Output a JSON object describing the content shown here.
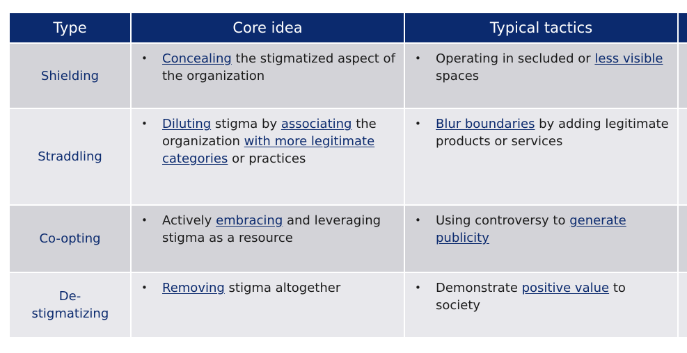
{
  "header": {
    "col_type": "Type",
    "col_core": "Core idea",
    "col_tactics": "Typical tactics"
  },
  "bullet_char": "•",
  "rows": [
    {
      "type": "Shielding",
      "core": [
        {
          "t": "Concealing",
          "u": true
        },
        {
          "t": " the stigmatized aspect of the organization",
          "u": false
        }
      ],
      "tactics": [
        {
          "t": "Operating in secluded or ",
          "u": false
        },
        {
          "t": "less visible",
          "u": true
        },
        {
          "t": " spaces",
          "u": false
        }
      ]
    },
    {
      "type": "Straddling",
      "core": [
        {
          "t": "Diluting",
          "u": true
        },
        {
          "t": " stigma by ",
          "u": false
        },
        {
          "t": "associating",
          "u": true
        },
        {
          "t": " the organization ",
          "u": false
        },
        {
          "t": "with more legitimate categories",
          "u": true
        },
        {
          "t": " or practices",
          "u": false
        }
      ],
      "tactics": [
        {
          "t": "Blur boundaries",
          "u": true
        },
        {
          "t": " by adding legitimate products or services",
          "u": false
        }
      ]
    },
    {
      "type": "Co-opting",
      "core": [
        {
          "t": "Actively ",
          "u": false
        },
        {
          "t": "embracing",
          "u": true
        },
        {
          "t": " and leveraging stigma as a resource",
          "u": false
        }
      ],
      "tactics": [
        {
          "t": "Using controversy to ",
          "u": false
        },
        {
          "t": "generate publicity",
          "u": true
        }
      ]
    },
    {
      "type": "De-stigmatizing",
      "core": [
        {
          "t": "Removing",
          "u": true
        },
        {
          "t": " stigma altogether",
          "u": false
        }
      ],
      "tactics": [
        {
          "t": "Demonstrate ",
          "u": false
        },
        {
          "t": "positive value",
          "u": true
        },
        {
          "t": " to society",
          "u": false
        }
      ]
    }
  ],
  "colors": {
    "header_bg": "#0b2a6e",
    "row_bg_dark": "#d3d3d8",
    "row_bg_light": "#e8e8ec",
    "accent_text": "#0b2a6e"
  }
}
